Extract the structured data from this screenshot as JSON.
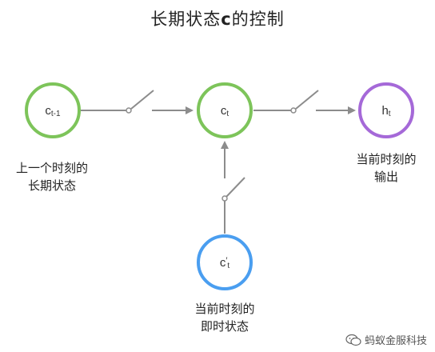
{
  "title": {
    "prefix": "长期状态",
    "bold": "c",
    "suffix": "的控制"
  },
  "nodes": {
    "c_prev": {
      "main": "c",
      "sub": "t-1",
      "color": "#7dc45a"
    },
    "c_t": {
      "main": "c",
      "sub": "t",
      "color": "#7dc45a"
    },
    "h_t": {
      "main": "h",
      "sub": "t",
      "color": "#a569d8"
    },
    "c_candidate": {
      "main": "c",
      "sup": "′",
      "sub": "t",
      "color": "#4a9ef0"
    }
  },
  "labels": {
    "c_prev_line1": "上一个时刻的",
    "c_prev_line2": "长期状态",
    "h_t_line1": "当前时刻的",
    "h_t_line2": "输出",
    "c_candidate_line1": "当前时刻的",
    "c_candidate_line2": "即时状态"
  },
  "watermark": {
    "text": "蚂蚁金服科技"
  },
  "colors": {
    "line": "#8c8c8c",
    "switch": "#8c8c8c"
  }
}
